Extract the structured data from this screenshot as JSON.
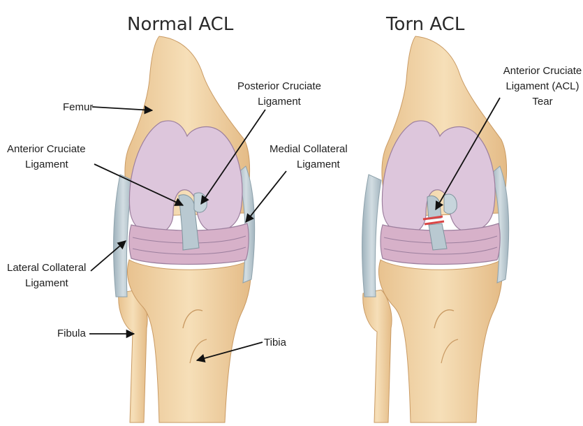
{
  "titles": {
    "normal": "Normal ACL",
    "torn": "Torn ACL"
  },
  "labels": {
    "femur": "Femur",
    "posterior_cruciate": [
      "Posterior  Cruciate",
      "Ligament"
    ],
    "anterior_cruciate": [
      "Anterior Cruciate",
      "Ligament"
    ],
    "medial_collateral": [
      "Medial Collateral",
      "Ligament"
    ],
    "lateral_collateral": [
      "Lateral Collateral",
      "Ligament"
    ],
    "fibula": "Fibula",
    "tibia": "Tibia",
    "acl_tear": [
      "Anterior Cruciate",
      "Ligament (ACL)",
      "Tear"
    ]
  },
  "colors": {
    "bone": "#f2d7ad",
    "bone_shade": "#dcb27c",
    "cartilage": "#ddc6dc",
    "cartilage_edge": "#9c7f9e",
    "meniscus": "#d7b1c9",
    "ligament": "#b7c7cf",
    "tear": "#d94545"
  }
}
